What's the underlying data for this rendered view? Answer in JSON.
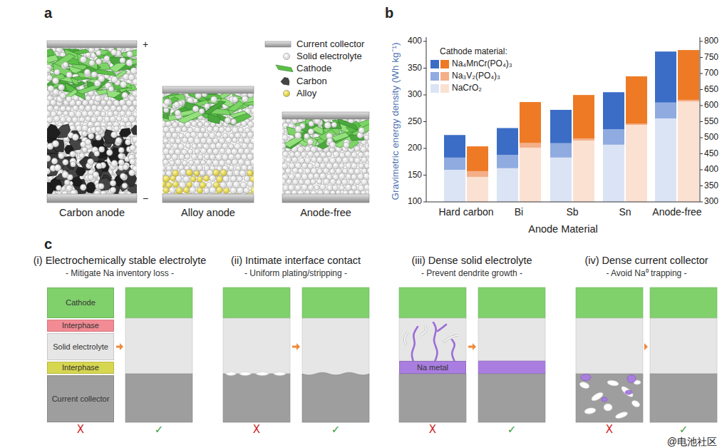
{
  "diagram": {
    "nodes": [
      {
        "text": [
          "Cathode"
        ]
      },
      {
        "text": [
          "Interphase"
        ]
      },
      {
        "text": [
          "Solid electrolyte"
        ]
      },
      {
        "text": [
          "Interphase"
        ]
      },
      {
        "text": [
          "Current collector"
        ]
      },
      {
        "text": [
          "Na metal"
        ]
      }
    ],
    "labels": [
      "a",
      "+",
      "−",
      "Carbon anode",
      "Alloy anode",
      "Anode-free",
      "b",
      "Gravimetric energy density (Wh kg⁻¹)",
      "100",
      "150",
      "200",
      "250",
      "300",
      "350",
      "400",
      "300",
      "350",
      "400",
      "450",
      "500",
      "550",
      "600",
      "650",
      "700",
      "750",
      "800",
      "Cathode material:",
      "Hard carbon",
      "Bi",
      "Sb",
      "Sn",
      "Anode-free",
      "Anode Material",
      "c",
      "(i) Electrochemically stable electrolyte",
      "(ii) Intimate interface contact",
      "(iii) Dense solid electrolyte",
      "(iv) Dense current collector",
      "- Mitigate Na inventory loss -",
      "- Uniform plating/stripping -",
      "- Prevent dendrite growth -",
      "- Avoid Na⁰ trapping -",
      "X",
      "✓",
      "X",
      "✓",
      "X",
      "✓",
      "X",
      "✓",
      "@电池社区"
    ],
    "legend": [
      {
        "text": "Current collector"
      },
      {
        "text": "Solid electrolyte"
      },
      {
        "text": "Cathode"
      },
      {
        "text": "Carbon"
      },
      {
        "text": "Alloy"
      },
      {
        "text": "Na₄MnCr(PO₄)₃",
        "color": "#3b6dc6"
      },
      {
        "text": "Na₃V₂(PO₄)₃",
        "color": "#8fabe0"
      },
      {
        "text": "NaCrO₂",
        "color": "#dbe4f5"
      }
    ]
  }
}
